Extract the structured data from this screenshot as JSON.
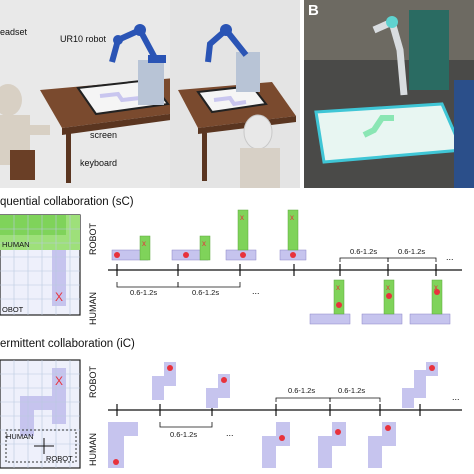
{
  "figure": {
    "panel_a_labels": {
      "headset": "eadset",
      "robot": "UR10 robot",
      "screen": "screen",
      "keyboard": "keyboard"
    },
    "panel_b_letter": "B",
    "sequential": {
      "title": "quential collaboration (sC)",
      "grid_human": "HUMAN",
      "grid_robot": "OBOT",
      "axis_robot": "ROBOT",
      "axis_human": "HUMAN",
      "interval_1": "0.6-1.2s",
      "interval_2": "0.6-1.2s",
      "interval_3": "0.6-1.2s",
      "interval_4": "0.6-1.2s",
      "ellipsis_top": "...",
      "ellipsis_bottom": "..."
    },
    "intermittent": {
      "title": "ermittent collaboration (iC)",
      "grid_human": "HUMAN",
      "grid_robot": "ROBOT",
      "axis_robot": "ROBOT",
      "axis_human": "HUMAN",
      "interval_1": "0.6-1.2s",
      "interval_2": "0.6-1.2s",
      "interval_3": "0.6-1.2s",
      "ellipsis_top": "...",
      "ellipsis_bottom": "..."
    },
    "colors": {
      "green": "#7fd35a",
      "purple": "#c6c4ee",
      "marker": "#e8323c"
    }
  }
}
